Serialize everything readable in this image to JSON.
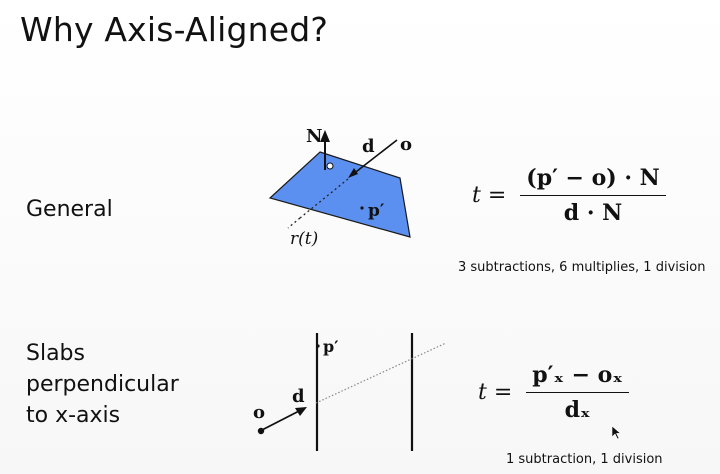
{
  "title": "Why Axis-Aligned?",
  "general": {
    "label": "General",
    "eq_lhs": "t =",
    "eq_num": "(p′ − o) · N",
    "eq_den": "d · N",
    "cost": "3 subtractions, 6 multiplies, 1 division",
    "fig": {
      "normal_label": "N",
      "dir_label": "d",
      "origin_label": "o",
      "point_label": "p′",
      "ray_label": "r(t)"
    }
  },
  "slabs": {
    "label_lines": [
      "Slabs",
      "perpendicular",
      "to x-axis"
    ],
    "eq_lhs": "t =",
    "eq_num": "p′ₓ − oₓ",
    "eq_den": "dₓ",
    "cost": "1 subtraction, 1 division",
    "fig": {
      "point_label": "p′",
      "dir_label": "d",
      "origin_label": "o"
    }
  },
  "colors": {
    "plane_fill": "#5b8ff0",
    "plane_stroke": "#1a1a1a",
    "ink": "#111111"
  },
  "icons": [
    "cursor-arrow-icon"
  ]
}
